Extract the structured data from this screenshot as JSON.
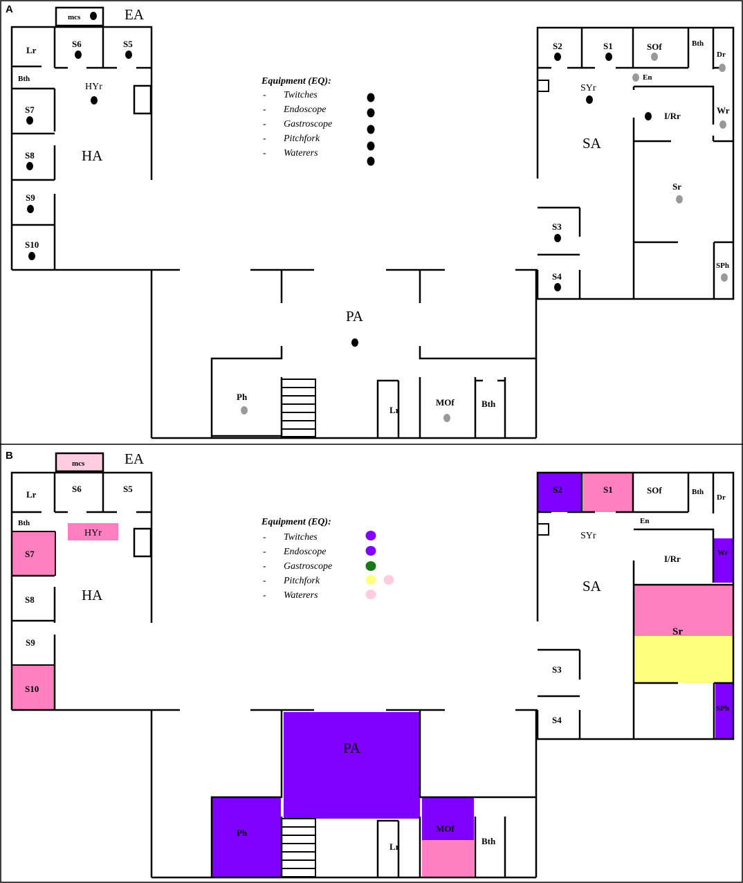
{
  "panels": {
    "a": {
      "letter": "A"
    },
    "b": {
      "letter": "B"
    }
  },
  "areas": {
    "ea": "EA",
    "ha": "HA",
    "sa": "SA",
    "pa": "PA",
    "hyr": "HYr",
    "syr": "SYr"
  },
  "rooms": {
    "mcs": "mcs",
    "lr": "Lr",
    "bth": "Bth",
    "s1": "S1",
    "s2": "S2",
    "s3": "S3",
    "s4": "S4",
    "s5": "S5",
    "s6": "S6",
    "s7": "S7",
    "s8": "S8",
    "s9": "S9",
    "s10": "S10",
    "sof": "SOf",
    "dr": "Dr",
    "en": "En",
    "irr": "I/Rr",
    "wr": "Wr",
    "sr": "Sr",
    "sph": "SPh",
    "ph": "Ph",
    "mof": "MOf"
  },
  "equipment": {
    "title": "Equipment (EQ):",
    "bullet": "-",
    "items": [
      "Twitches",
      "Endoscope",
      "Gastroscope",
      "Pitchfork",
      "Waterers"
    ]
  },
  "colors": {
    "black_marker": "#000000",
    "gray_marker": "#999999",
    "twitches": "#7f00ff",
    "endoscope": "#7f00ff",
    "gastroscope": "#1a7a1a",
    "pitchfork": "#ffff80",
    "waterers": "#ff80c0",
    "waterers_light": "#ffcce0",
    "violet_fill": "#7f00ff",
    "pink_fill": "#ff80c0",
    "light_pink_fill": "#ffcce0",
    "yellow_fill": "#ffff80"
  },
  "legend_b": {
    "twitches": "violet",
    "endoscope": "violet",
    "gastroscope": "green",
    "pitchfork": "yellow, light pink",
    "waterers": "light pink"
  }
}
